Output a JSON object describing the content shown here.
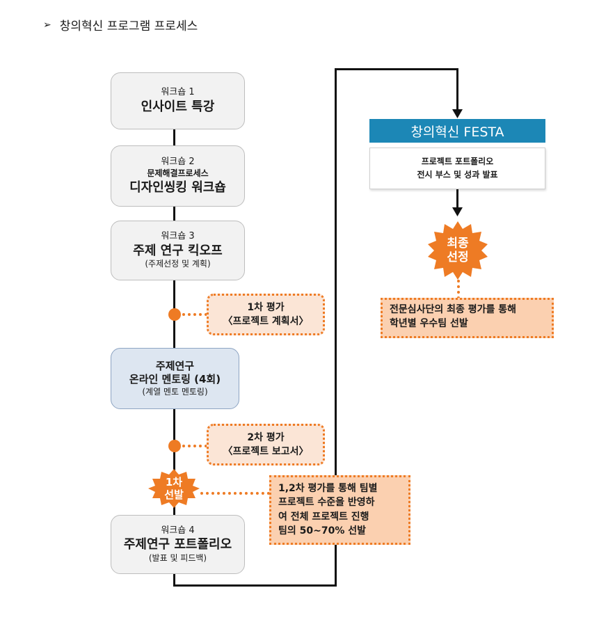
{
  "heading": {
    "bullet": "➢",
    "text": "창의혁신 프로그램 프로세스"
  },
  "workshops": [
    {
      "line1": "워크숍 1",
      "title": "인사이트 특강"
    },
    {
      "line1": "워크숍 2",
      "subtitle": "문제해결프로세스",
      "title": "디자인씽킹 워크숍"
    },
    {
      "line1": "워크숍 3",
      "title": "주제 연구 킥오프",
      "note": "(주제선정 및 계획)"
    },
    {
      "line1": "워크숍 4",
      "title": "주제연구 포트폴리오",
      "note": "(발표 및 피드백)"
    }
  ],
  "mentoring": {
    "line1": "주제연구",
    "title": "온라인 멘토링 (4회)",
    "note": "(계열 멘토 멘토링)"
  },
  "eval1": {
    "title": "1차 평가",
    "sub": "〈프로젝트 계획서〉"
  },
  "eval2": {
    "title": "2차 평가",
    "sub": "〈프로젝트 보고서〉"
  },
  "selection1": {
    "line1": "1차",
    "line2": "선발",
    "note": [
      "1,2차 평가를 통해 팀별",
      "프로젝트 수준을 반영하",
      "여 전체 프로젝트 진행",
      "팀의  50~70% 선발"
    ]
  },
  "festa": {
    "title": "창의혁신 FESTA",
    "line1": "프로젝트 포트폴리오",
    "line2": "전시 부스 및 성과 발표"
  },
  "final": {
    "line1": "최종",
    "line2": "선정",
    "note": [
      "전문심사단의 최종 평가를 통해",
      "학년별 우수팀 선발"
    ]
  },
  "colors": {
    "accent_orange": "#ee7b24",
    "festa_blue": "#1c87b6",
    "mentoring_blue": "#dde6f1"
  }
}
